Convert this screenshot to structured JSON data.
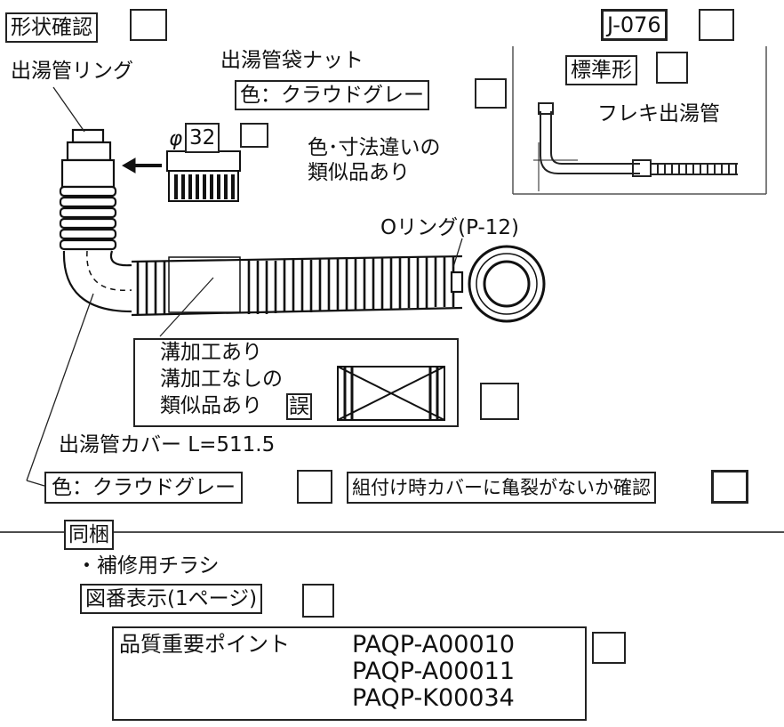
{
  "header": {
    "shape_check_label": "形状確認",
    "part_code": "J-076"
  },
  "standard": {
    "label": "標準形",
    "flex_pipe_label": "フレキ出湯管"
  },
  "nut": {
    "title": "出湯管袋ナット",
    "color_label": "色：クラウドグレー",
    "phi_symbol": "φ",
    "diameter": "32",
    "similar_note_line1": "色･寸法違いの",
    "similar_note_line2": "類似品あり"
  },
  "ring": {
    "label": "出湯管リング"
  },
  "oring": {
    "label": "Oリング(P-12)"
  },
  "groove": {
    "line1": "溝加工あり",
    "line2": "溝加工なしの",
    "line3": "類似品あり",
    "wrong_mark": "誤"
  },
  "cover": {
    "title": "出湯管カバー L=511.5",
    "color_label": "色：クラウドグレー",
    "crack_check_label": "組付け時カバーに亀裂がないか確認"
  },
  "bundle": {
    "label": "同梱",
    "leaflet": "・補修用チラシ",
    "figure_label": "図番表示(1ページ)",
    "quality_label": "品質重要ポイント",
    "codes": [
      "PAQP-A00010",
      "PAQP-A00011",
      "PAQP-K00034"
    ]
  }
}
